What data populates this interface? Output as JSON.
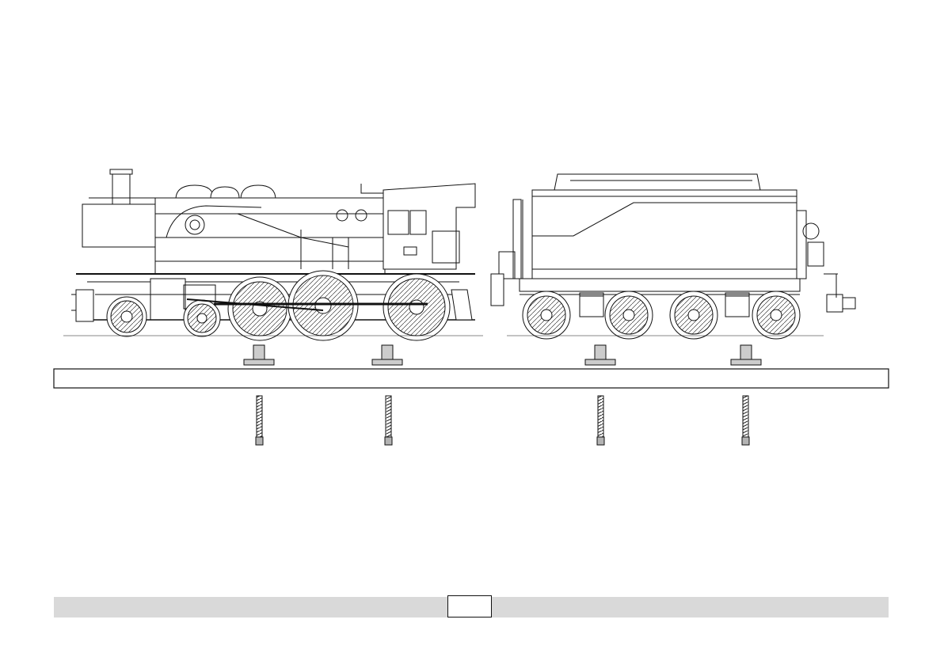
{
  "diagram": {
    "subjects": [
      "locomotive-side-view",
      "tender-side-view"
    ],
    "support_blocks_count": 4,
    "screws_count": 4
  },
  "footer": {
    "page_number": ""
  },
  "colors": {
    "line": "#111111",
    "footer_bar": "#d9d9d9",
    "screw_head": "#b3b3b3"
  }
}
